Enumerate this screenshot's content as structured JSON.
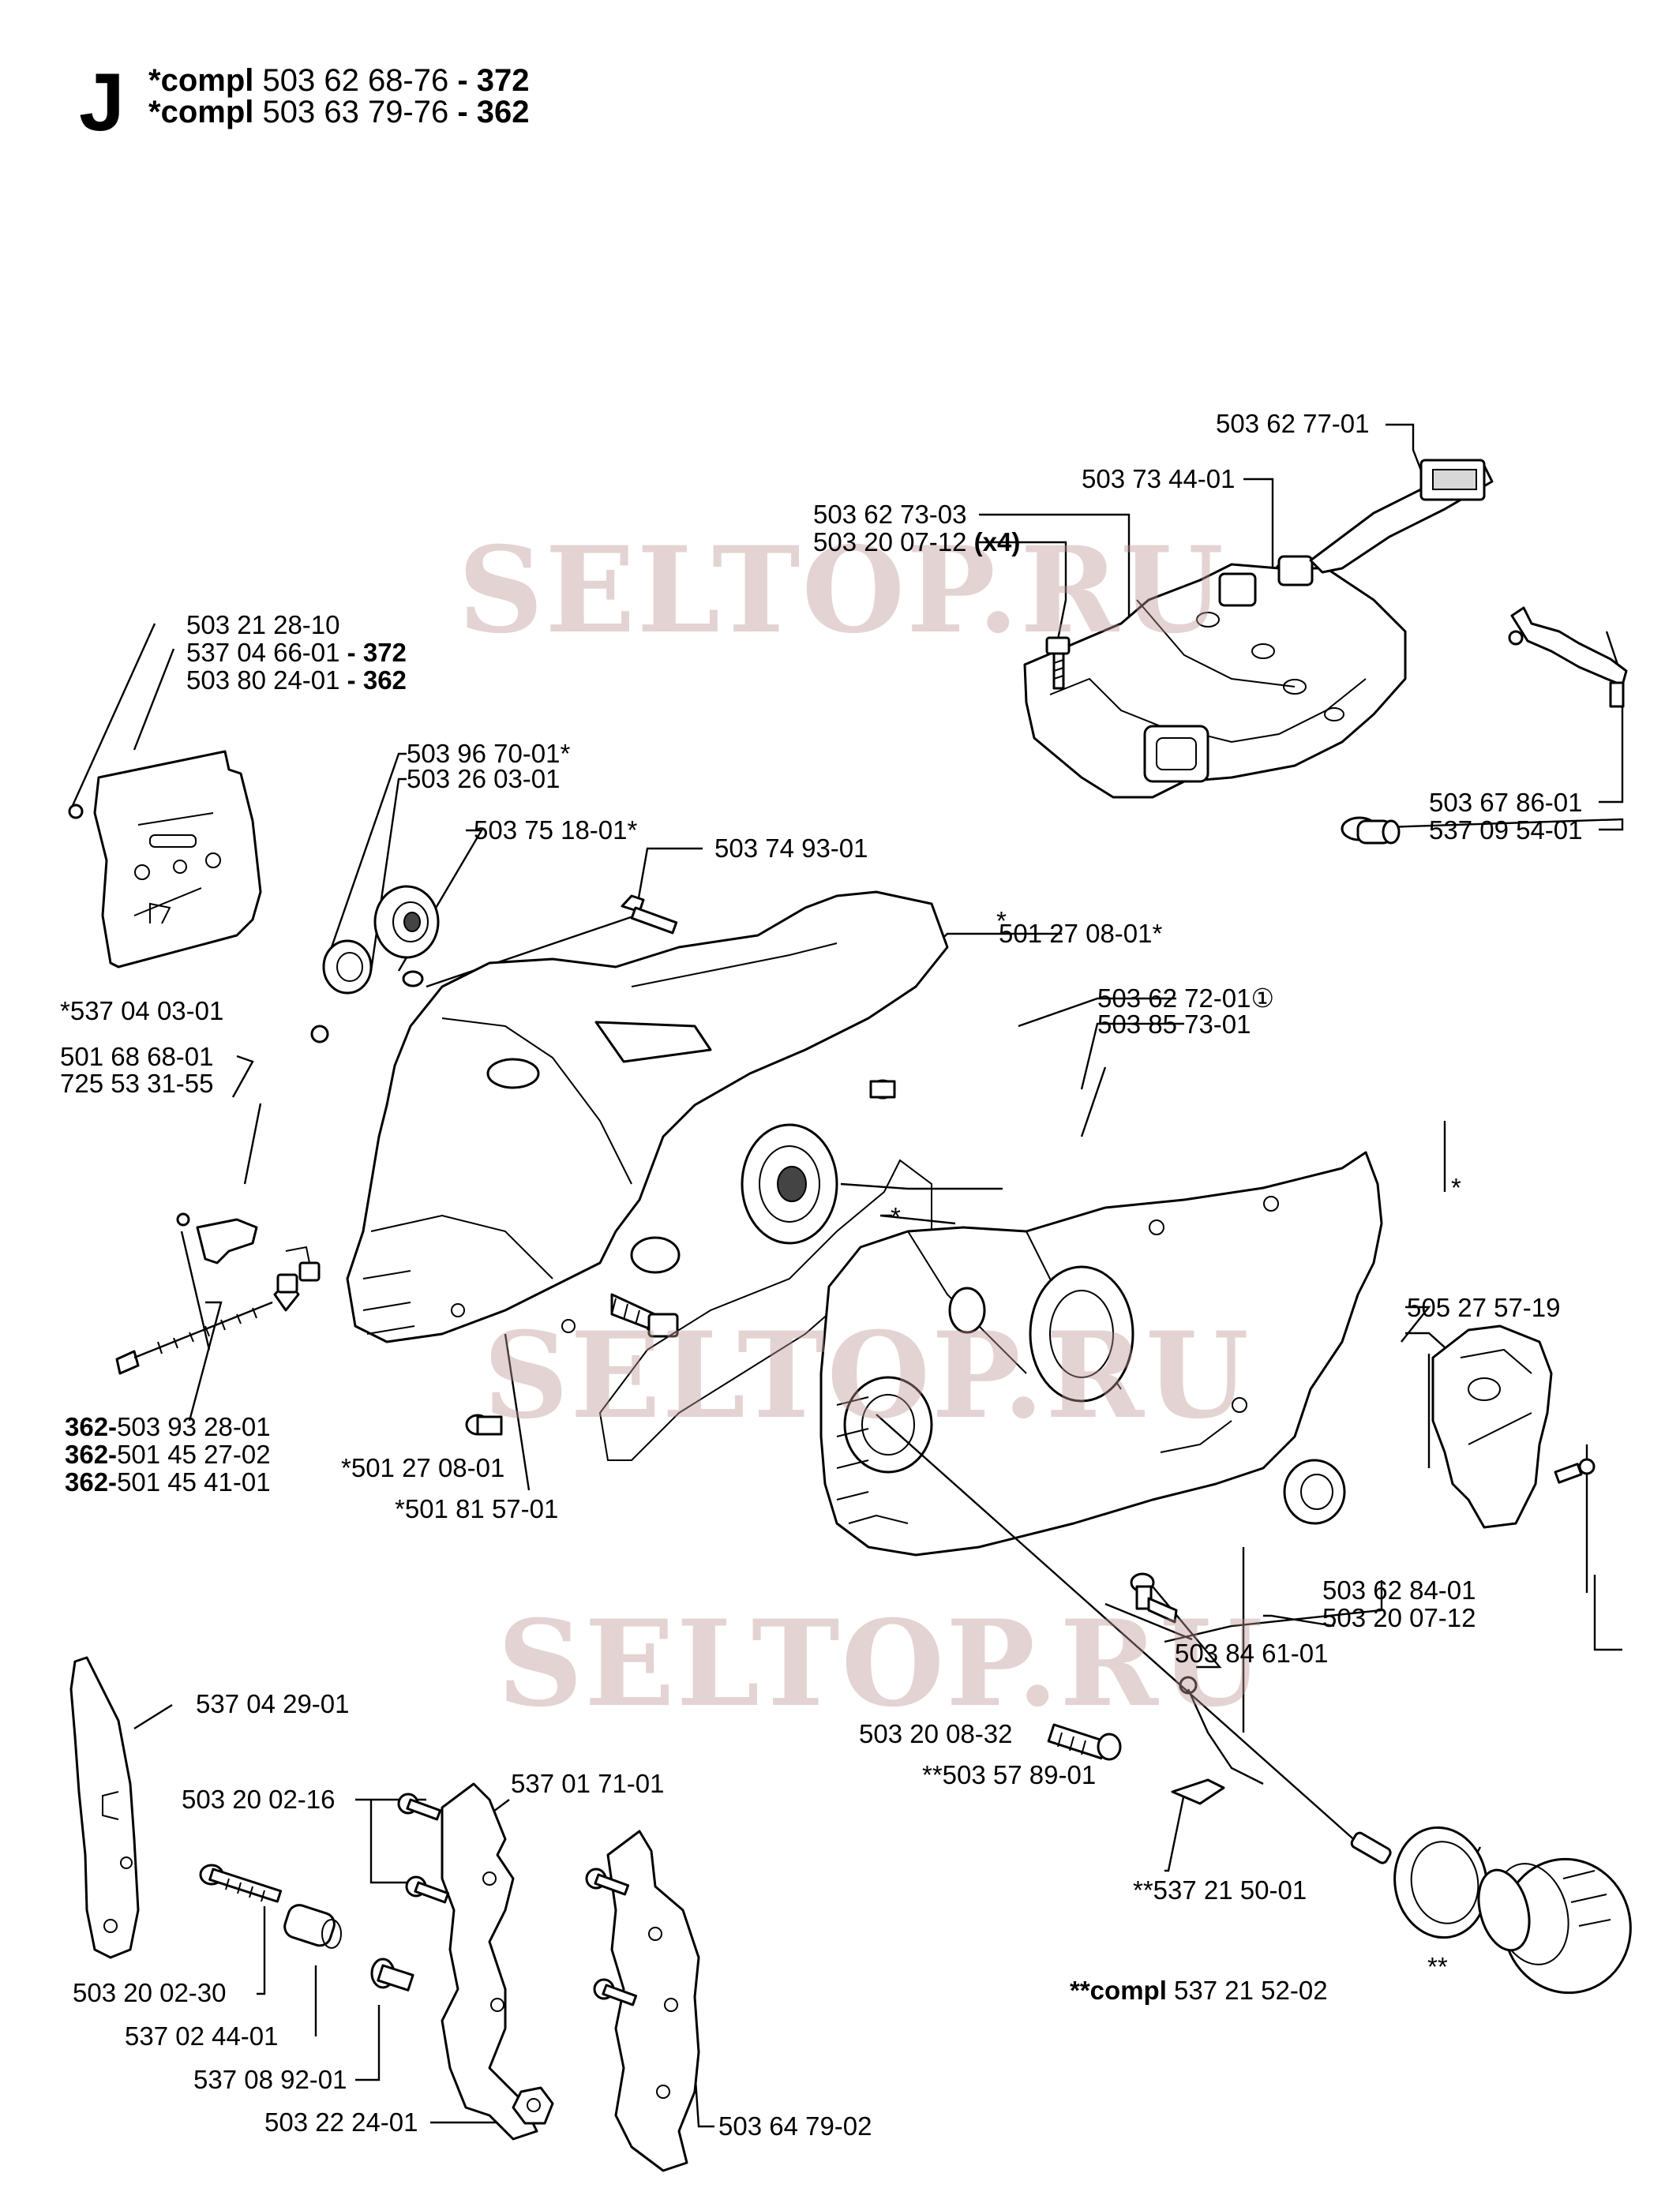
{
  "section": "J",
  "heading": [
    {
      "prefix": "*compl",
      "number": "503 62 68-76",
      "suffix": " - 372"
    },
    {
      "prefix": "*compl",
      "number": "503 63 79-76",
      "suffix": " - 362"
    }
  ],
  "watermark": "SELTOP.RU",
  "labels": {
    "p01": "503 62 77-01",
    "p02": "503 73 44-01",
    "p03": "503 62 73-03",
    "p04": "503 20 07-12 ",
    "p04b": "(x4)",
    "p05": "503 21 28-10",
    "p06": "537 04 66-01",
    "p06b": " - 372",
    "p07": "503 80 24-01",
    "p07b": " - 362",
    "p08": "503 96 70-01*",
    "p09": "503 26 03-01",
    "p10": "503 75 18-01*",
    "p11": "503 74 93-01",
    "p12": "503 67 86-01",
    "p13": "537 09 54-01",
    "p14": "501 27 08-01*",
    "p15": "*537 04 03-01",
    "p16": "501 68 68-01",
    "p17": "725 53 31-55",
    "p18": "503 62 72-01",
    "p18b": "①",
    "p19": "503 85 73-01",
    "p20": "505 27 57-19",
    "p21a": "362-",
    "p21": "503 93 28-01",
    "p22a": "362-",
    "p22": "501 45 27-02",
    "p23a": "362-",
    "p23": "501 45 41-01",
    "p24": "*501 27 08-01",
    "p25": "*501 81 57-01",
    "p26": "503 62 84-01",
    "p27": "503 20 07-12",
    "p28": "503 84 61-01",
    "p29": "537 04 29-01",
    "p30": "503 20 08-32",
    "p31": "**503 57 89-01",
    "p32": "503 20 02-16",
    "p33": "537 01 71-01",
    "p34": "**537 21 50-01",
    "p35": "**",
    "p36": "503 20 02-30",
    "p37": "537 02 44-01",
    "p38": "537 08 92-01",
    "p39": "503 22 24-01",
    "p40": "503 64 79-02",
    "p41a": "**compl",
    "p41": " 537 21 52-02",
    "star1": "*",
    "star2": "*",
    "star3": "*"
  }
}
